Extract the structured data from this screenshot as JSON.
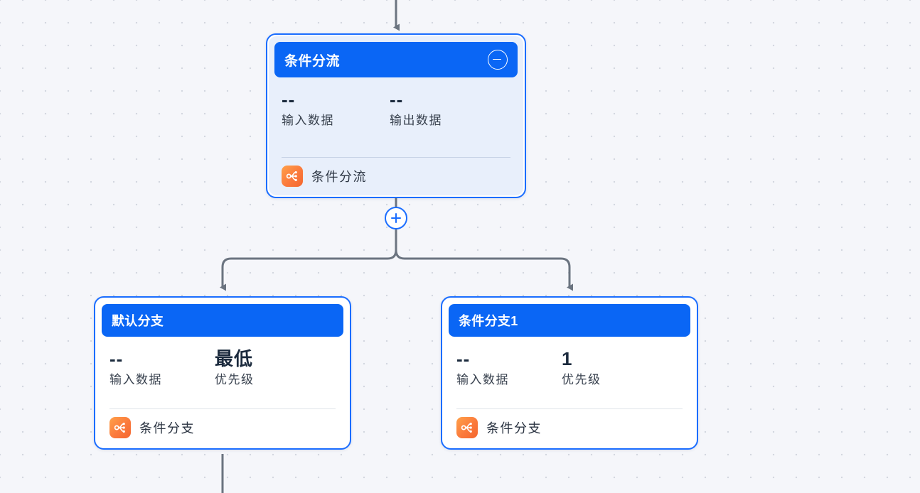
{
  "canvas": {
    "background_color": "#f5f6fa",
    "dot_color": "#d3d7e0",
    "edge_color": "#6b7480",
    "accent_color": "#1a6dff",
    "header_color": "#0a66f5",
    "icon_color": "#fb7a3c"
  },
  "nodes": {
    "router": {
      "title": "条件分流",
      "collapse_icon": "minus-circle-icon",
      "stats": [
        {
          "value": "--",
          "label": "输入数据"
        },
        {
          "value": "--",
          "label": "输出数据"
        }
      ],
      "footer": {
        "icon": "branch-icon",
        "label": "条件分流"
      }
    },
    "branch_default": {
      "title": "默认分支",
      "stats": [
        {
          "value": "--",
          "label": "输入数据"
        },
        {
          "value": "最低",
          "label": "优先级"
        }
      ],
      "footer": {
        "icon": "branch-icon",
        "label": "条件分支"
      }
    },
    "branch_one": {
      "title": "条件分支1",
      "stats": [
        {
          "value": "--",
          "label": "输入数据"
        },
        {
          "value": "1",
          "label": "优先级"
        }
      ],
      "footer": {
        "icon": "branch-icon",
        "label": "条件分支"
      }
    }
  },
  "controls": {
    "add_button": "+"
  }
}
